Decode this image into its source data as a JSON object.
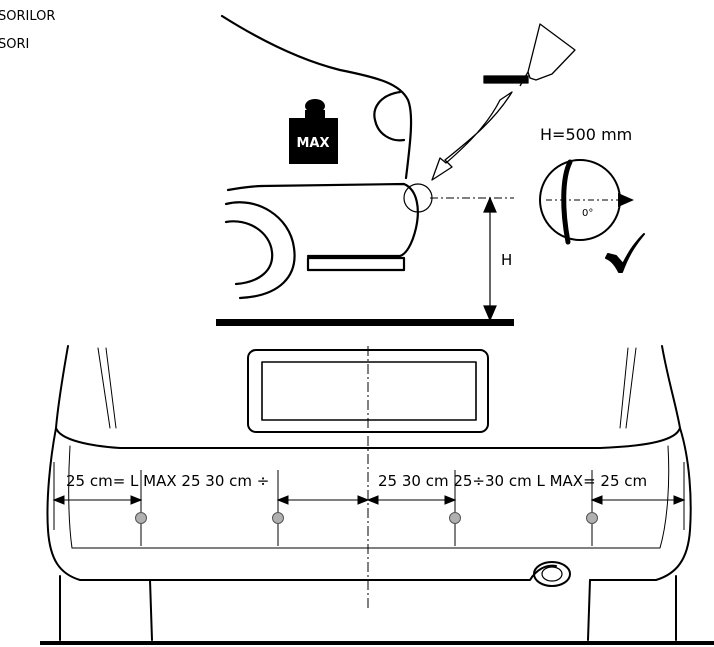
{
  "header": {
    "line1": "SORILOR",
    "line2": "SORI"
  },
  "side_view": {
    "weight_label": "MAX",
    "height_label": "H",
    "height_value": "H=500 mm",
    "angle_label": "0°"
  },
  "rear_view": {
    "left_measure": "25 cm= L MAX 25 30 cm ÷",
    "right_measure": "25 30 cm 25÷30 cm L MAX= 25 cm"
  },
  "colors": {
    "line": "#000000",
    "sensor": "#b0b0b0",
    "background": "#ffffff"
  }
}
